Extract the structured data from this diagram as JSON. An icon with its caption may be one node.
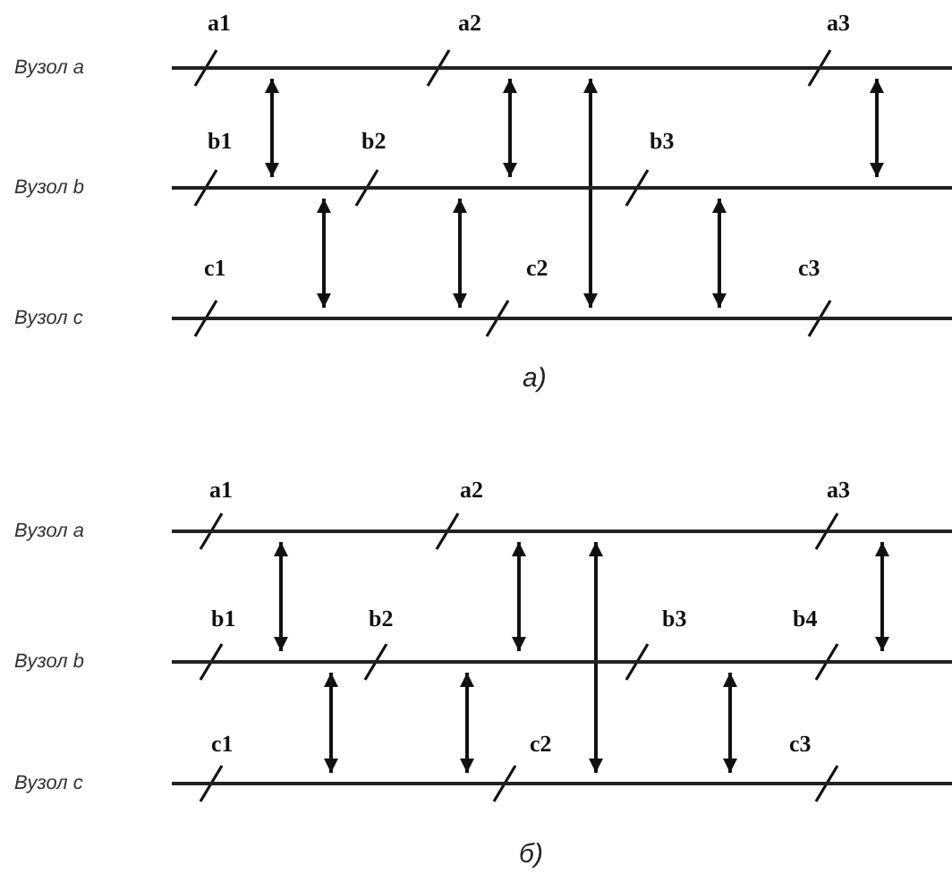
{
  "diagram": {
    "nodes": [
      {
        "text": [
          "Вузол a"
        ]
      },
      {
        "text": [
          "Вузол b"
        ]
      },
      {
        "text": [
          "Вузол c"
        ]
      },
      {
        "text": [
          "Вузол a"
        ]
      },
      {
        "text": [
          "Вузол b"
        ]
      },
      {
        "text": [
          "Вузол c"
        ]
      }
    ],
    "edges": [
      {
        "from": 0,
        "to": 1,
        "arrow": "both"
      },
      {
        "from": 1,
        "to": 2,
        "arrow": "both"
      },
      {
        "from": 1,
        "to": 2,
        "arrow": "both"
      },
      {
        "from": 0,
        "to": 1,
        "arrow": "both"
      },
      {
        "from": 0,
        "to": 2,
        "arrow": "both"
      },
      {
        "from": 1,
        "to": 2,
        "arrow": "both"
      },
      {
        "from": 0,
        "to": 1,
        "arrow": "both"
      },
      {
        "from": 3,
        "to": 4,
        "arrow": "both"
      },
      {
        "from": 4,
        "to": 5,
        "arrow": "both"
      },
      {
        "from": 4,
        "to": 5,
        "arrow": "both"
      },
      {
        "from": 3,
        "to": 4,
        "arrow": "both"
      },
      {
        "from": 3,
        "to": 5,
        "arrow": "both"
      },
      {
        "from": 4,
        "to": 5,
        "arrow": "both"
      },
      {
        "from": 3,
        "to": 4,
        "arrow": "both"
      }
    ],
    "labels": [
      "a1",
      "a2",
      "a3",
      "b1",
      "b2",
      "b3",
      "c1",
      "c2",
      "c3",
      "а)",
      "a1",
      "a2",
      "a3",
      "b1",
      "b2",
      "b3",
      "b4",
      "c1",
      "c2",
      "c3",
      "б)"
    ]
  }
}
